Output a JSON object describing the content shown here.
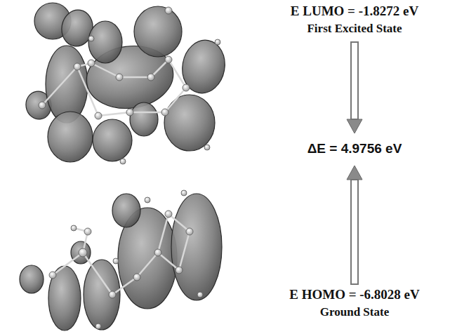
{
  "diagram": {
    "labels": [
      "E LUMO = -1.8272 eV",
      "First Excited State",
      "ΔE = 4.9756 eV",
      "E HOMO = -6.8028 eV",
      "Ground State"
    ]
  }
}
